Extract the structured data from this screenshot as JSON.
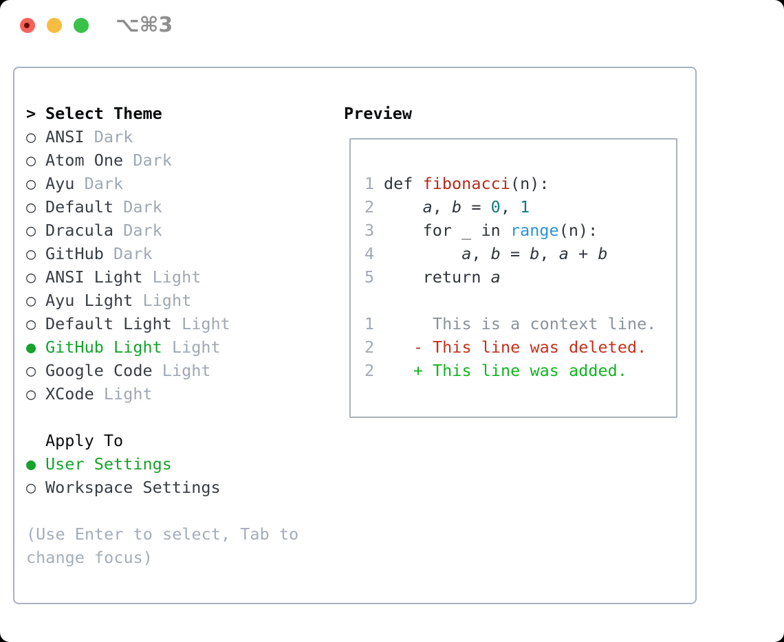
{
  "titlebar": {
    "title": "⌥⌘3"
  },
  "theme_panel": {
    "header": {
      "prefix": ">",
      "label": "Select Theme"
    },
    "items": [
      {
        "marker": "○",
        "name": "ANSI",
        "variant": "Dark"
      },
      {
        "marker": "○",
        "name": "Atom One",
        "variant": "Dark"
      },
      {
        "marker": "○",
        "name": "Ayu",
        "variant": "Dark"
      },
      {
        "marker": "○",
        "name": "Default",
        "variant": "Dark"
      },
      {
        "marker": "○",
        "name": "Dracula",
        "variant": "Dark"
      },
      {
        "marker": "○",
        "name": "GitHub",
        "variant": "Dark"
      },
      {
        "marker": "○",
        "name": "ANSI Light",
        "variant": "Light"
      },
      {
        "marker": "○",
        "name": "Ayu Light",
        "variant": "Light"
      },
      {
        "marker": "○",
        "name": "Default Light",
        "variant": "Light"
      },
      {
        "marker": "●",
        "name": "GitHub Light",
        "variant": "Light",
        "selected": true
      },
      {
        "marker": "○",
        "name": "Google Code",
        "variant": "Light"
      },
      {
        "marker": "○",
        "name": "XCode",
        "variant": "Light"
      }
    ],
    "apply_to": {
      "label": "Apply To",
      "options": [
        {
          "marker": "●",
          "label": "User Settings",
          "selected": true
        },
        {
          "marker": "○",
          "label": "Workspace Settings",
          "selected": false
        }
      ]
    },
    "hint_line1": "(Use Enter to select, Tab to",
    "hint_line2": "change focus)"
  },
  "preview": {
    "header": "Preview",
    "code": {
      "l1": {
        "num": "1",
        "t0": "def ",
        "t1": "fibonacci",
        "t2": "(n):"
      },
      "l2": {
        "num": "2",
        "t0": "    ",
        "t1": "a",
        "t2": ", ",
        "t3": "b",
        "t4": " = ",
        "t5": "0",
        "t6": ", ",
        "t7": "1"
      },
      "l3": {
        "num": "3",
        "t0": "    for _ in ",
        "t1": "range",
        "t2": "(n):"
      },
      "l4": {
        "num": "4",
        "t0": "        ",
        "t1": "a",
        "t2": ", ",
        "t3": "b",
        "t4": " = ",
        "t5": "b",
        "t6": ", ",
        "t7": "a",
        "t8": " + ",
        "t9": "b"
      },
      "l5": {
        "num": "5",
        "t0": "    return ",
        "t1": "a"
      }
    },
    "diff": {
      "context": {
        "num": "1",
        "marker": " ",
        "text": "This is a context line."
      },
      "deleted": {
        "num": "2",
        "marker": "-",
        "text": "This line was deleted."
      },
      "added": {
        "num": "2",
        "marker": "+",
        "text": "This line was added."
      }
    }
  },
  "colors": {
    "selected_green": "#16a32b",
    "added_green": "#12b422",
    "deleted_red": "#c5311c",
    "function_red": "#b32b1b",
    "number_teal": "#0e7b87",
    "call_blue": "#2a93d5",
    "muted_gray": "#9fa8b4",
    "border_gray": "#a9b2bc",
    "traffic_red": "#f4635a",
    "traffic_yellow": "#f6bd40",
    "traffic_green": "#38c24a"
  }
}
